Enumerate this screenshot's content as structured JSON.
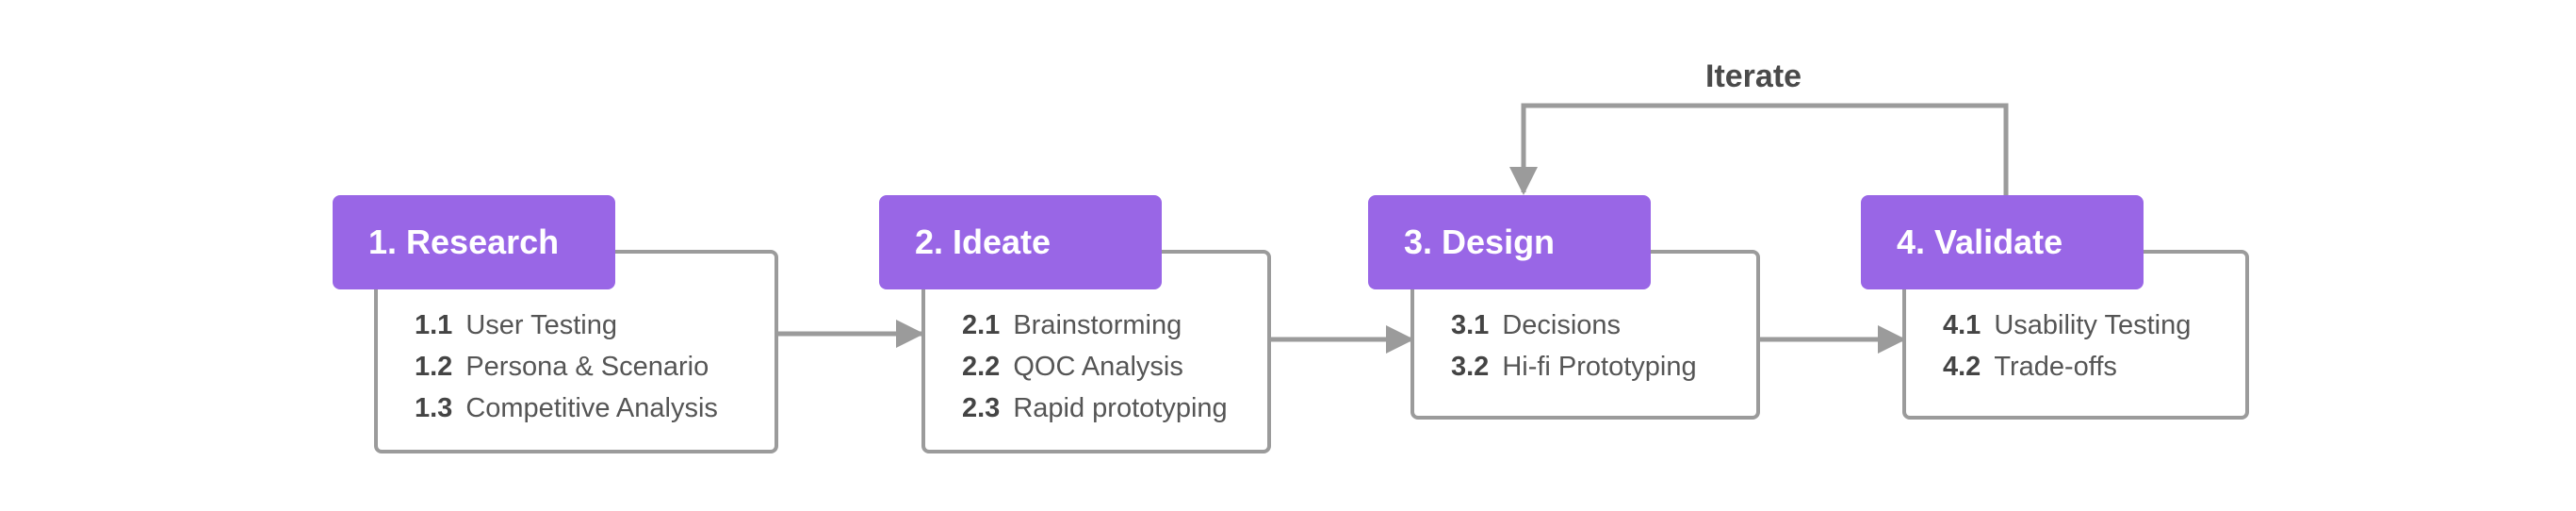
{
  "diagram": {
    "loop_label": "Iterate",
    "colors": {
      "header": "#9966e6",
      "connector": "#9b9b9b",
      "text": "#555555"
    },
    "stages": [
      {
        "title": "1. Research",
        "items": [
          {
            "num": "1.1",
            "label": "User Testing"
          },
          {
            "num": "1.2",
            "label": "Persona & Scenario"
          },
          {
            "num": "1.3",
            "label": "Competitive Analysis"
          }
        ]
      },
      {
        "title": "2. Ideate",
        "items": [
          {
            "num": "2.1",
            "label": "Brainstorming"
          },
          {
            "num": "2.2",
            "label": "QOC Analysis"
          },
          {
            "num": "2.3",
            "label": "Rapid prototyping"
          }
        ]
      },
      {
        "title": "3. Design",
        "items": [
          {
            "num": "3.1",
            "label": "Decisions"
          },
          {
            "num": "3.2",
            "label": "Hi-fi Prototyping"
          }
        ]
      },
      {
        "title": "4. Validate",
        "items": [
          {
            "num": "4.1",
            "label": "Usability Testing"
          },
          {
            "num": "4.2",
            "label": "Trade-offs"
          }
        ]
      }
    ]
  }
}
